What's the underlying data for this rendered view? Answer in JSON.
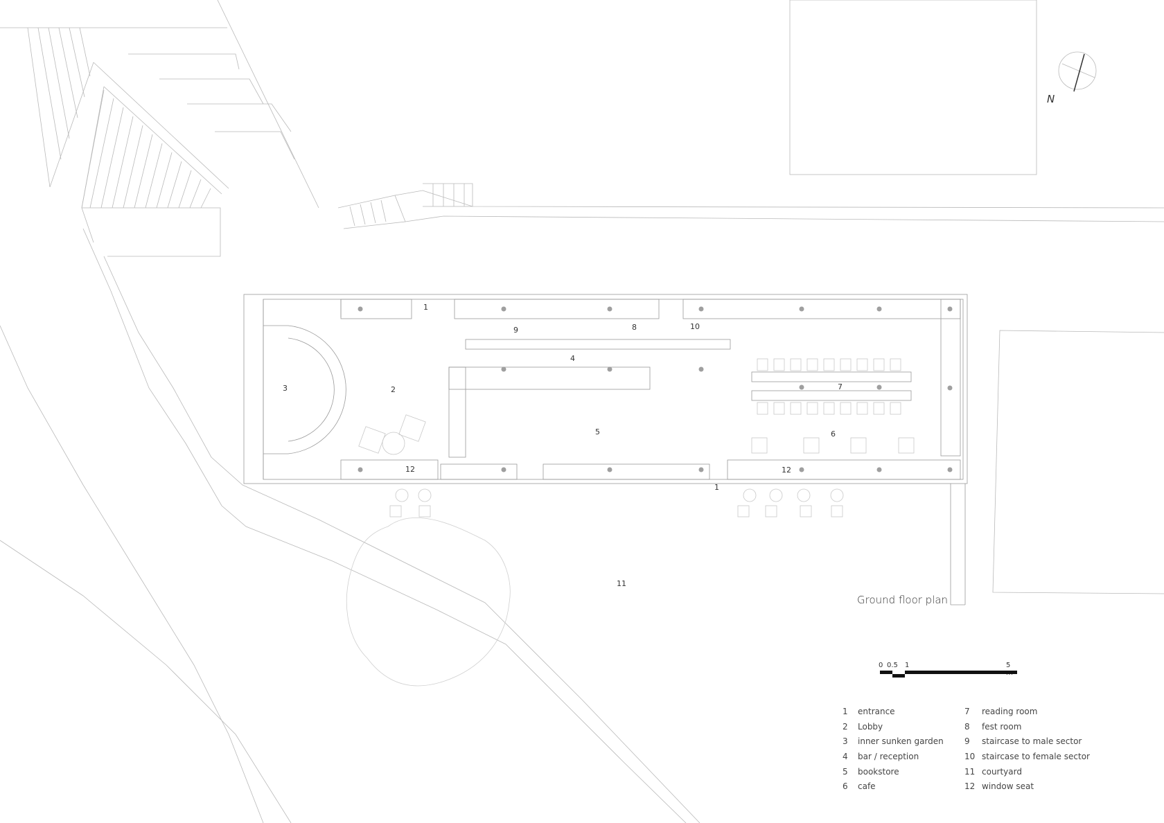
{
  "plan": {
    "title": "Ground floor plan",
    "north_label": "N",
    "room_numbers": {
      "entrance_top": "1",
      "entrance_bottom": "1",
      "lobby": "2",
      "garden": "3",
      "bar": "4",
      "bookstore": "5",
      "cafe": "6",
      "reading": "7",
      "fest": "8",
      "stair_male": "9",
      "stair_female": "10",
      "courtyard": "11",
      "window_left": "12",
      "window_right": "12"
    },
    "scale": {
      "t0": "0",
      "t05": "0.5",
      "t1": "1",
      "t5": "5 m"
    },
    "legend_left": [
      {
        "num": "1",
        "label": "entrance"
      },
      {
        "num": "2",
        "label": "Lobby"
      },
      {
        "num": "3",
        "label": "inner sunken garden"
      },
      {
        "num": "4",
        "label": "bar / reception"
      },
      {
        "num": "5",
        "label": "bookstore"
      },
      {
        "num": "6",
        "label": "cafe"
      }
    ],
    "legend_right": [
      {
        "num": "7",
        "label": "reading room"
      },
      {
        "num": "8",
        "label": "fest room"
      },
      {
        "num": "9",
        "label": "staircase to male sector"
      },
      {
        "num": "10",
        "label": "staircase to female sector"
      },
      {
        "num": "11",
        "label": "courtyard"
      },
      {
        "num": "12",
        "label": "window seat"
      }
    ]
  }
}
